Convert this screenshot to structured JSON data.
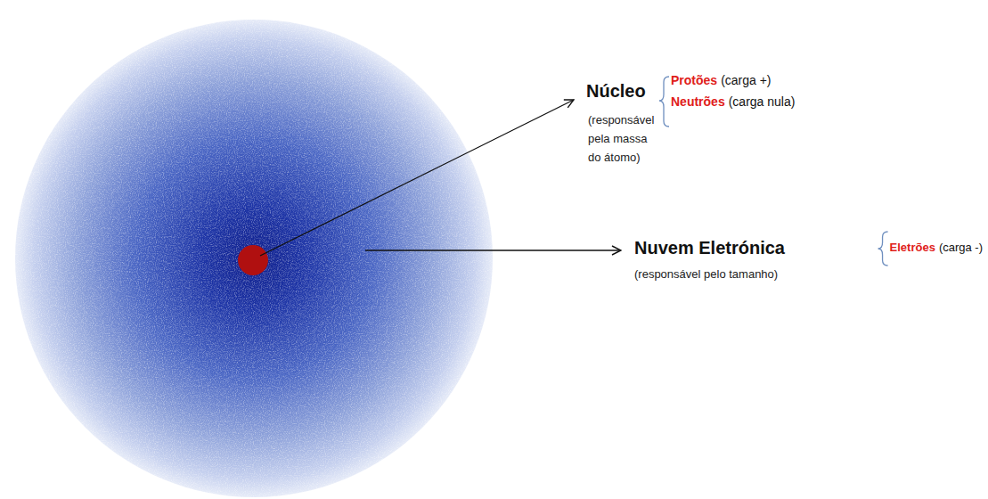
{
  "diagram": {
    "labels": [
      "Núcleo",
      "(responsável pela massa do átomo)",
      "Protões",
      "(carga +)",
      "Neutrões",
      "(carga nula)",
      "Nuvem Eletrónica",
      "(responsável pelo tamanho)",
      "Eletrões",
      "(carga -)"
    ]
  }
}
